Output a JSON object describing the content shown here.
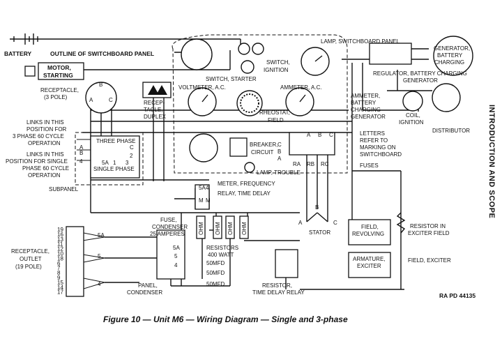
{
  "caption": "Figure 10 — Unit M6 — Wiring Diagram — Single and 3-phase",
  "side_heading": "INTRODUCTION AND SCOPE",
  "ref_code": "RA PD 44135",
  "labels": {
    "battery": "BATTERY",
    "outline_panel": "OUTLINE OF SWITCHBOARD PANEL",
    "motor_starting_1": "MOTOR,",
    "motor_starting_2": "STARTING",
    "receptacle_3pole_1": "RECEPTACLE,",
    "receptacle_3pole_2": "(3 POLE)",
    "receptacle_duplex_1": "RECEP-",
    "receptacle_duplex_2": "TACLE,",
    "receptacle_duplex_3": "DUPLEX",
    "lamp_switchboard": "LAMP, SWITCHBOARD PANEL",
    "switch_starter": "SWITCH, STARTER",
    "switch_ignition_1": "SWITCH,",
    "switch_ignition_2": "IGNITION",
    "voltmeter": "VOLTMETER, A.C.",
    "ammeter_ac": "AMMETER, A.C.",
    "rheostat_1": "RHEOSTAT,",
    "rheostat_2": "FIELD",
    "generator_1": "GENERATOR,",
    "generator_2": "BATTERY",
    "generator_3": "CHARGING",
    "regulator_1": "REGULATOR, BATTERY CHARGING",
    "regulator_2": "GENERATOR",
    "ammeter_batt_1": "AMMETER,",
    "ammeter_batt_2": "BATTERY",
    "ammeter_batt_3": "CHARGING",
    "ammeter_batt_4": "GENERATOR",
    "coil_1": "COIL,",
    "coil_2": "IGNITION",
    "distributor": "DISTRIBUTOR",
    "links3_1": "LINKS IN THIS",
    "links3_2": "POSITION FOR",
    "links3_3": "3 PHASE 60 CYCLE",
    "links3_4": "OPERATION",
    "links1_1": "LINKS IN THIS",
    "links1_2": "POSITION FOR SINGLE",
    "links1_3": "PHASE 60 CYCLE",
    "links1_4": "OPERATION",
    "three_phase": "THREE PHASE",
    "single_phase": "SINGLE PHASE",
    "subpanel": "SUBPANEL",
    "breaker_1": "BREAKER,",
    "breaker_2": "CIRCUIT",
    "lamp_trouble": "LAMP, TROUBLE",
    "letters_1": "LETTERS",
    "letters_2": "REFER TO",
    "letters_3": "MARKING ON",
    "letters_4": "SWITCHBOARD",
    "fuses": "FUSES",
    "meter_freq": "METER, FREQUENCY",
    "relay_td": "RELAY, TIME DELAY",
    "stator": "STATOR",
    "fuse_cond_1": "FUSE,",
    "fuse_cond_2": "CONDENSER",
    "fuse_cond_3": "25 AMPERES",
    "resistors_1": "RESISTORS",
    "resistors_2": "400 WATT",
    "mfd_1": "50MFD",
    "mfd_2": "50MFD",
    "mfd_3": "50MFD",
    "panel_cond_1": "PANEL,",
    "panel_cond_2": "CONDENSER",
    "recep_outlet_1": "RECEPTACLE,",
    "recep_outlet_2": "OUTLET",
    "recep_outlet_3": "(19 POLE)",
    "resistor_td_1": "RESISTOR,",
    "resistor_td_2": "TIME DELAY RELAY",
    "field_rev_1": "FIELD,",
    "field_rev_2": "REVOLVING",
    "armature_1": "ARMATURE,",
    "armature_2": "EXCITER",
    "res_exciter_1": "RESISTOR IN",
    "res_exciter_2": "EXCITER FIELD",
    "field_exciter": "FIELD, EXCITER",
    "ohm": "OHM"
  },
  "terminals": {
    "a": "A",
    "b": "B",
    "c": "C",
    "one": "1",
    "two": "2",
    "three": "3",
    "four": "4",
    "five": "5",
    "fiveA": "5A",
    "m": "M",
    "ra": "RA",
    "rb": "RB",
    "rc": "RC"
  },
  "outlet_pins": [
    "19",
    "16",
    "13",
    "11",
    "12",
    "10",
    "18",
    "6",
    "7",
    "8",
    "9",
    "15",
    "14",
    "17"
  ],
  "outlet_groups": [
    "5A",
    "5",
    "4"
  ]
}
